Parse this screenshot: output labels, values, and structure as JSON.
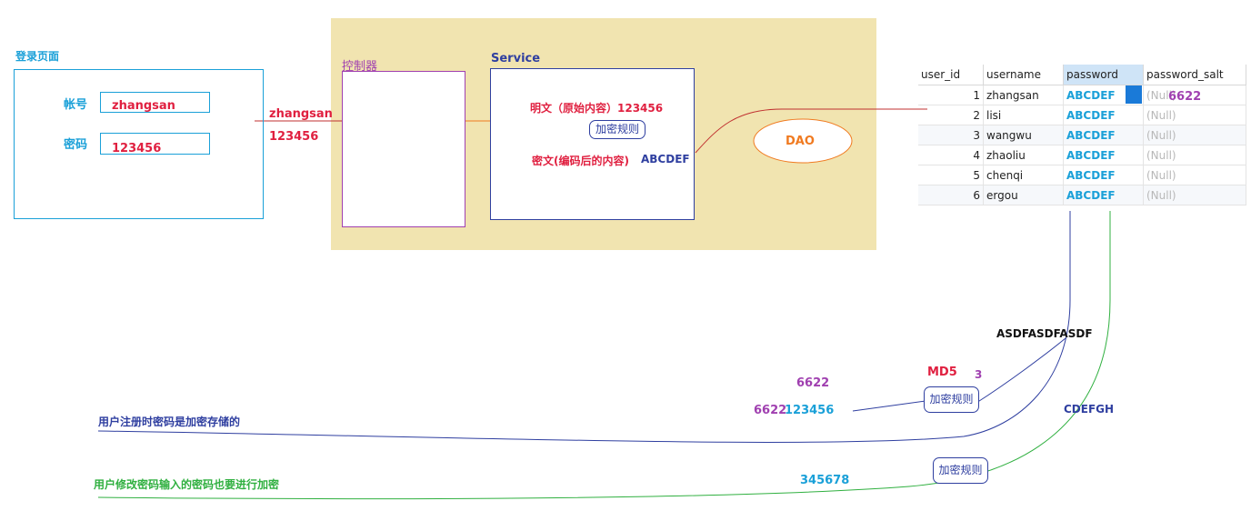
{
  "login": {
    "title": "登录页面",
    "account_label": "帐号",
    "account_value": "zhangsan",
    "password_label": "密码",
    "password_value": "123456"
  },
  "transfer": {
    "username": "zhangsan",
    "password": "123456"
  },
  "controller": {
    "title": "控制器"
  },
  "service": {
    "title": "Service",
    "plain_text": "明文（原始内容）123456",
    "rule": "加密规则",
    "cipher_text": "密文(编码后的内容)",
    "cipher_value": "ABCDEF"
  },
  "dao": {
    "label": "DAO"
  },
  "db": {
    "columns": [
      "user_id",
      "username",
      "password",
      "password_salt"
    ],
    "rows": [
      {
        "id": "1",
        "username": "zhangsan",
        "password": "ABCDEF",
        "salt": "(Null)"
      },
      {
        "id": "2",
        "username": "lisi",
        "password": "ABCDEF",
        "salt": "(Null)"
      },
      {
        "id": "3",
        "username": "wangwu",
        "password": "ABCDEF",
        "salt": "(Null)"
      },
      {
        "id": "4",
        "username": "zhaoliu",
        "password": "ABCDEF",
        "salt": "(Null)"
      },
      {
        "id": "5",
        "username": "chenqi",
        "password": "ABCDEF",
        "salt": "(Null)"
      },
      {
        "id": "6",
        "username": "ergou",
        "password": "ABCDEF",
        "salt": "(Null)"
      }
    ],
    "salt_overlay": "6622"
  },
  "notes": {
    "hash_result": "ASDFASDFASDF",
    "md5": "MD5",
    "md5_count": "3",
    "salt_top": "6622",
    "salt_inline": "6622",
    "salted_password": "123456",
    "rule_bottom": "加密规则",
    "register_note": "用户注册时密码是加密存储的",
    "cipher2": "CDEFGH",
    "new_password": "345678",
    "rule_modify": "加密规则",
    "modify_note": "用户修改密码输入的密码也要进行加密"
  },
  "colors": {
    "tan": "#f1e4b0",
    "cyan": "#1aa0d8",
    "red": "#e02040",
    "navy": "#2f3fa0",
    "purple": "#a040b0",
    "orange": "#f07a20",
    "green": "#30b040",
    "darkred": "#c03030"
  }
}
